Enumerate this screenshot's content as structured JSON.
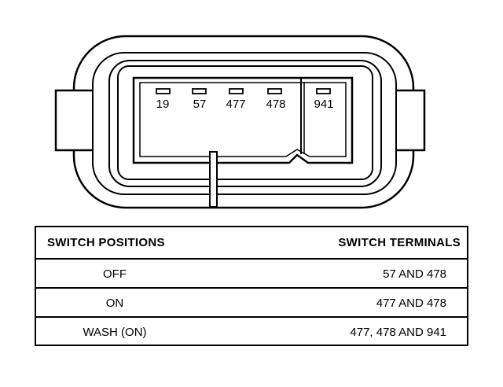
{
  "connector": {
    "pins": [
      "19",
      "57",
      "477",
      "478",
      "941"
    ]
  },
  "table": {
    "headers": {
      "positions": "SWITCH POSITIONS",
      "terminals": "SWITCH TERMINALS"
    },
    "rows": [
      {
        "position": "OFF",
        "terminals": "57 AND 478"
      },
      {
        "position": "ON",
        "terminals": "477 AND 478"
      },
      {
        "position": "WASH (ON)",
        "terminals": "477, 478 AND 941"
      }
    ]
  }
}
